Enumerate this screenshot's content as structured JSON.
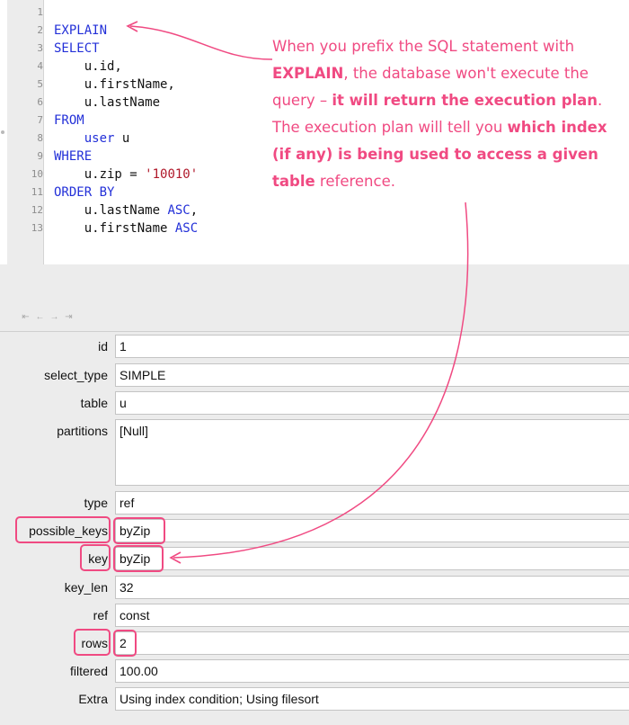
{
  "editor": {
    "line_numbers": [
      "1",
      "2",
      "3",
      "4",
      "5",
      "6",
      "7",
      "8",
      "9",
      "10",
      "11",
      "12",
      "13"
    ],
    "lines": [
      [],
      [
        {
          "t": "EXPLAIN",
          "c": "kw"
        }
      ],
      [
        {
          "t": "SELECT",
          "c": "kw"
        }
      ],
      [
        {
          "t": "    u.id,",
          "c": ""
        }
      ],
      [
        {
          "t": "    u.firstName,",
          "c": ""
        }
      ],
      [
        {
          "t": "    u.lastName",
          "c": ""
        }
      ],
      [
        {
          "t": "FROM",
          "c": "kw"
        }
      ],
      [
        {
          "t": "    ",
          "c": ""
        },
        {
          "t": "user",
          "c": "kw"
        },
        {
          "t": " u",
          "c": ""
        }
      ],
      [
        {
          "t": "WHERE",
          "c": "kw"
        }
      ],
      [
        {
          "t": "    u.zip = ",
          "c": ""
        },
        {
          "t": "'10010'",
          "c": "str"
        }
      ],
      [
        {
          "t": "ORDER BY",
          "c": "kw"
        }
      ],
      [
        {
          "t": "    u.lastName ",
          "c": ""
        },
        {
          "t": "ASC",
          "c": "kw"
        },
        {
          "t": ",",
          "c": ""
        }
      ],
      [
        {
          "t": "    u.firstName ",
          "c": ""
        },
        {
          "t": "ASC",
          "c": "kw"
        }
      ]
    ]
  },
  "annotation": {
    "segments": [
      {
        "t": "When you prefix the SQL statement with ",
        "b": false
      },
      {
        "t": "EXPLAIN",
        "b": true
      },
      {
        "t": ", the database won't execute the query – ",
        "b": false
      },
      {
        "t": "it will return the execution plan",
        "b": true
      },
      {
        "t": ". The execution plan will tell you ",
        "b": false
      },
      {
        "t": "which index (if any) is being used to access a given table",
        "b": true
      },
      {
        "t": " reference.",
        "b": false
      }
    ]
  },
  "nav_buttons": [
    {
      "name": "first-record-icon",
      "glyph": "⇤"
    },
    {
      "name": "previous-record-icon",
      "glyph": "←"
    },
    {
      "name": "next-record-icon",
      "glyph": "→"
    },
    {
      "name": "last-record-icon",
      "glyph": "⇥"
    }
  ],
  "fields": [
    {
      "key": "id",
      "label": "id",
      "value": "1"
    },
    {
      "key": "select_type",
      "label": "select_type",
      "value": "SIMPLE"
    },
    {
      "key": "table",
      "label": "table",
      "value": "u"
    },
    {
      "key": "partitions",
      "label": "partitions",
      "value": "[Null]"
    },
    {
      "key": "type",
      "label": "type",
      "value": "ref"
    },
    {
      "key": "possible_keys",
      "label": "possible_keys",
      "value": "byZip"
    },
    {
      "key": "key",
      "label": "key",
      "value": "byZip"
    },
    {
      "key": "key_len",
      "label": "key_len",
      "value": "32"
    },
    {
      "key": "ref",
      "label": "ref",
      "value": "const"
    },
    {
      "key": "rows",
      "label": "rows",
      "value": "2"
    },
    {
      "key": "filtered",
      "label": "filtered",
      "value": "100.00"
    },
    {
      "key": "Extra",
      "label": "Extra",
      "value": "Using index condition; Using filesort"
    }
  ],
  "colors": {
    "highlight": "#f04a82",
    "keyword": "#2330d8",
    "string": "#b0182a"
  }
}
